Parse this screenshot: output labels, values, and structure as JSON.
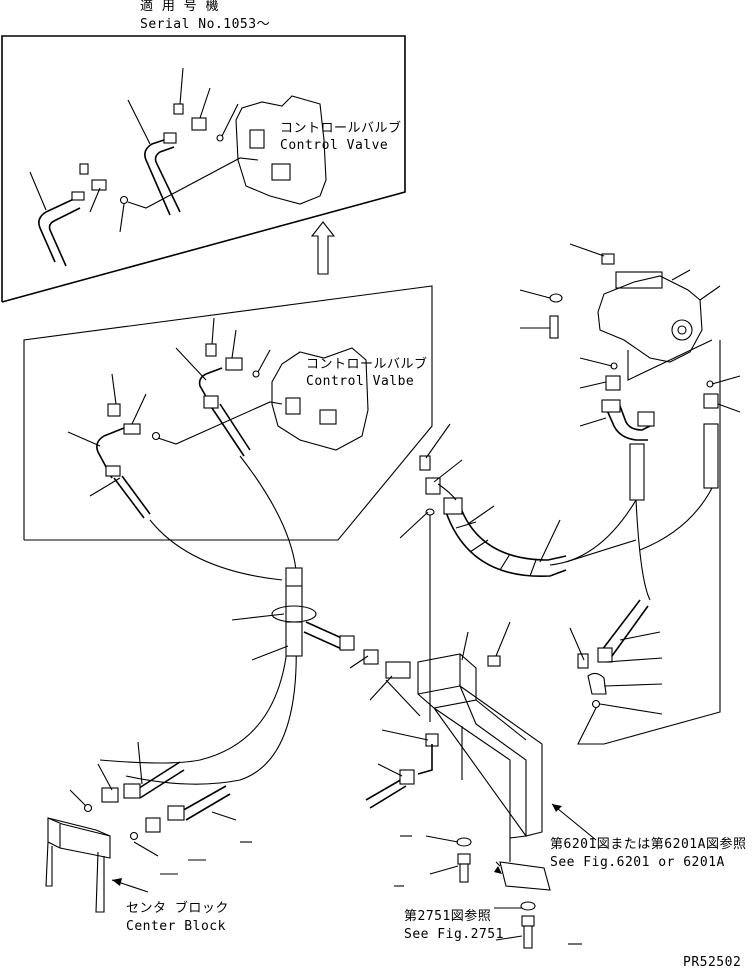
{
  "serial_note": {
    "jp": "適 用 号 機",
    "en": "Serial No.1053～"
  },
  "control_valve_top": {
    "jp": "コントロールバルブ",
    "en": "Control Valve"
  },
  "control_valve_mid": {
    "jp": "コントロールバルブ",
    "en": "Control Valbe"
  },
  "see_fig_6201": {
    "jp": "第6201図または第6201A図参照",
    "en": "See Fig.6201 or 6201A"
  },
  "see_fig_2751": {
    "jp": "第2751図参照",
    "en": "See Fig.2751"
  },
  "center_block": {
    "jp": "センタ ブロック",
    "en": "Center Block"
  },
  "drawing_code": "PR52502"
}
